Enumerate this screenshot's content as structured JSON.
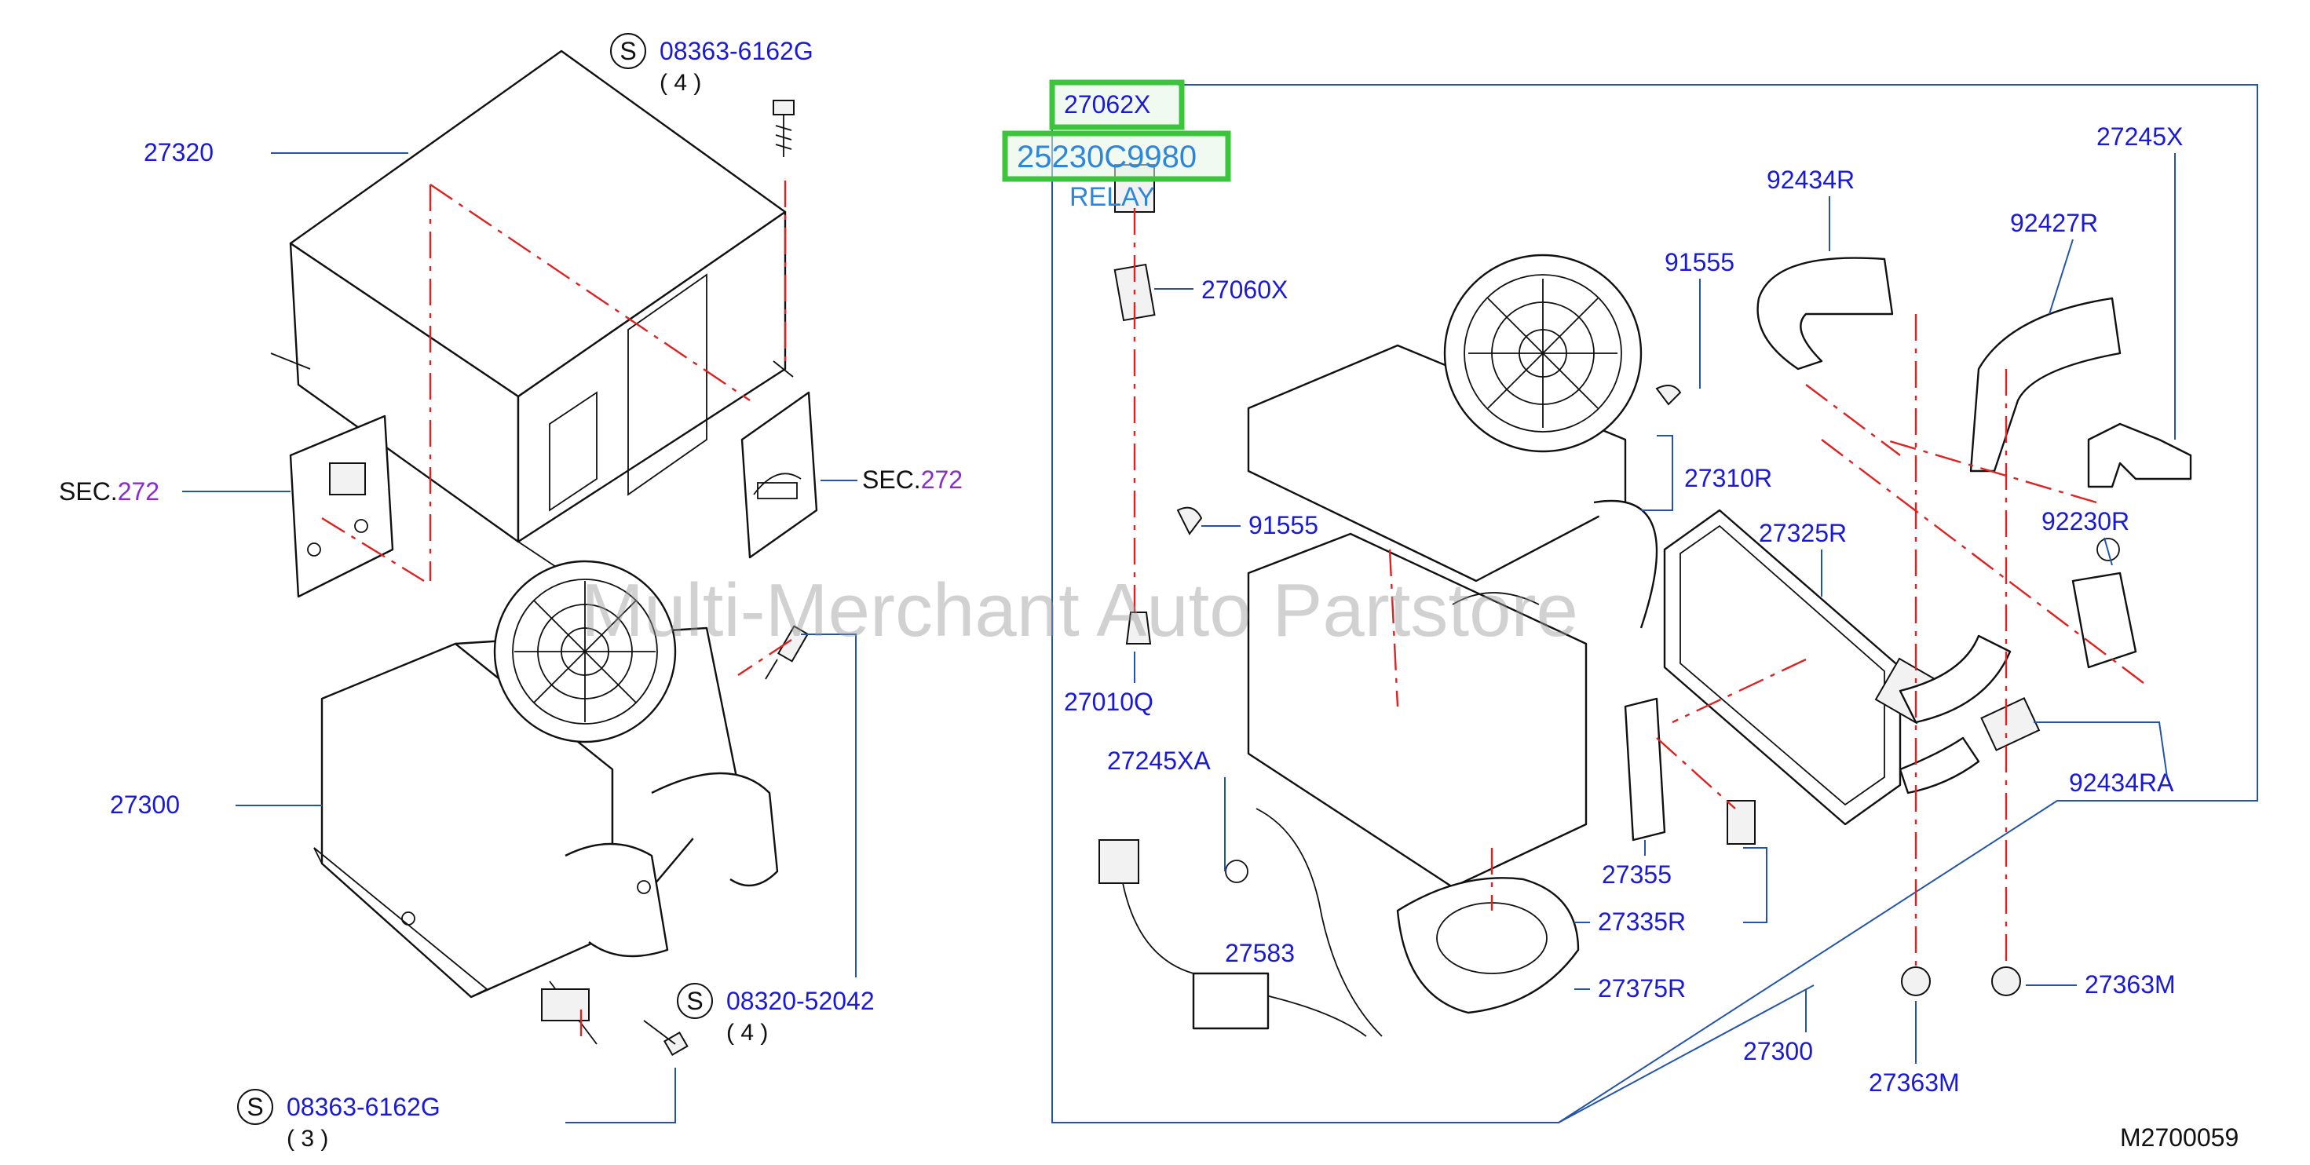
{
  "left": {
    "screw_top": {
      "s_mark": "S",
      "part": "08363-6162G",
      "qty": "( 4 )"
    },
    "cover": {
      "part": "27320"
    },
    "sec_left": {
      "prefix": "SEC.",
      "num": "272"
    },
    "sec_right": {
      "prefix": "SEC.",
      "num": "272"
    },
    "assembly": {
      "part": "27300"
    },
    "bolt": {
      "s_mark": "S",
      "part": "08320-52042",
      "qty": "( 4 )"
    },
    "screw_bottom": {
      "s_mark": "S",
      "part": "08363-6162G",
      "qty": "( 3 )"
    }
  },
  "right": {
    "highlight_top": "27062X",
    "highlight_number": "25230C9980",
    "relay_label": "RELAY",
    "labels": {
      "p27060x": "27060X",
      "p27010q": "27010Q",
      "p91555a": "91555",
      "p91555b": "91555",
      "p92434r": "92434R",
      "p92427r": "92427R",
      "p27245x": "27245X",
      "p27310r": "27310R",
      "p27325r": "27325R",
      "p92230r": "92230R",
      "p92434ra": "92434RA",
      "p27245xa": "27245XA",
      "p27583": "27583",
      "p27355": "27355",
      "p27335r": "27335R",
      "p27375r": "27375R",
      "p27300": "27300",
      "p27363m_a": "27363M",
      "p27363m_b": "27363M"
    }
  },
  "watermark": "Multi-Merchant Auto Partstore",
  "diagram_code": "M2700059"
}
